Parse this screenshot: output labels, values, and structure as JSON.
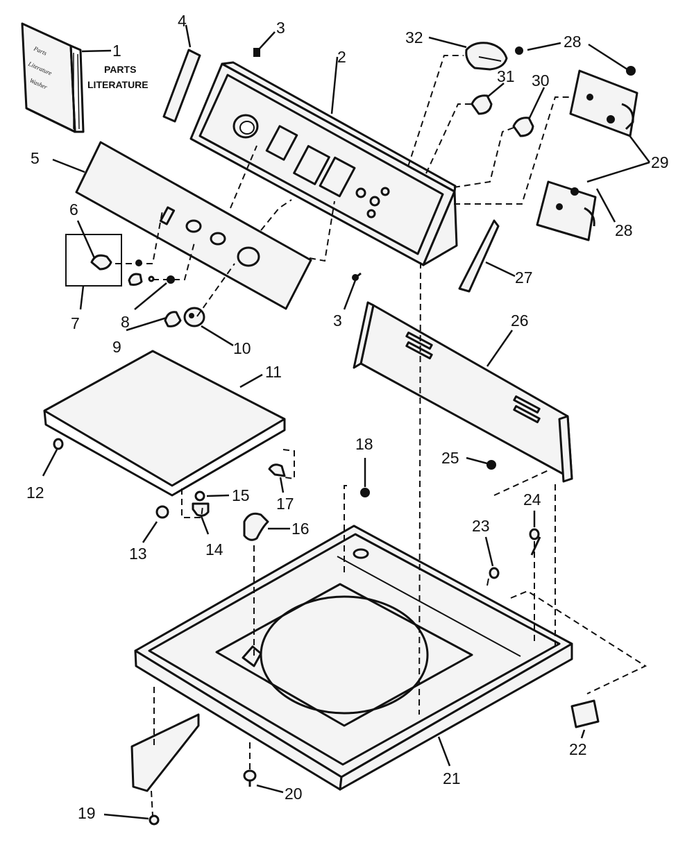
{
  "caption": [
    "PARTS",
    "LITERATURE"
  ],
  "book_text": [
    "Parts",
    "Literature",
    "Washer"
  ],
  "parts": [
    {
      "key": "p1",
      "label": "1"
    },
    {
      "key": "p2",
      "label": "2"
    },
    {
      "key": "p3a",
      "label": "3"
    },
    {
      "key": "p3b",
      "label": "3"
    },
    {
      "key": "p4",
      "label": "4"
    },
    {
      "key": "p5",
      "label": "5"
    },
    {
      "key": "p6",
      "label": "6"
    },
    {
      "key": "p7",
      "label": "7"
    },
    {
      "key": "p8",
      "label": "8"
    },
    {
      "key": "p9",
      "label": "9"
    },
    {
      "key": "p10",
      "label": "10"
    },
    {
      "key": "p11",
      "label": "11"
    },
    {
      "key": "p12",
      "label": "12"
    },
    {
      "key": "p13",
      "label": "13"
    },
    {
      "key": "p14",
      "label": "14"
    },
    {
      "key": "p15",
      "label": "15"
    },
    {
      "key": "p16",
      "label": "16"
    },
    {
      "key": "p17",
      "label": "17"
    },
    {
      "key": "p18",
      "label": "18"
    },
    {
      "key": "p19",
      "label": "19"
    },
    {
      "key": "p20",
      "label": "20"
    },
    {
      "key": "p21",
      "label": "21"
    },
    {
      "key": "p22",
      "label": "22"
    },
    {
      "key": "p23",
      "label": "23"
    },
    {
      "key": "p24",
      "label": "24"
    },
    {
      "key": "p25",
      "label": "25"
    },
    {
      "key": "p26",
      "label": "26"
    },
    {
      "key": "p27",
      "label": "27"
    },
    {
      "key": "p28a",
      "label": "28"
    },
    {
      "key": "p28b",
      "label": "28"
    },
    {
      "key": "p29",
      "label": "29"
    },
    {
      "key": "p30",
      "label": "30"
    },
    {
      "key": "p31",
      "label": "31"
    },
    {
      "key": "p32",
      "label": "32"
    }
  ]
}
